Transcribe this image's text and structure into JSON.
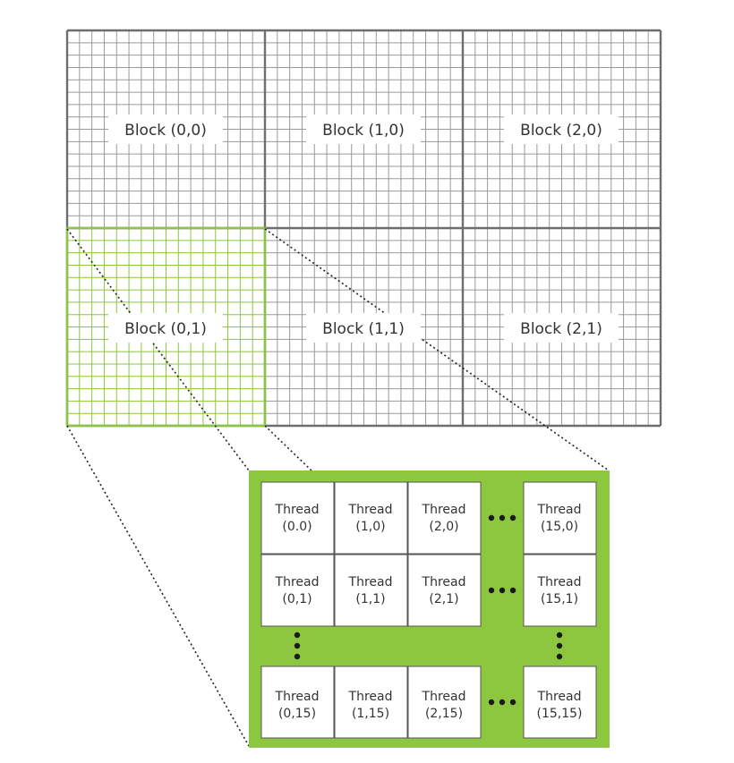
{
  "grid": {
    "cols": 3,
    "rows": 2,
    "cells_per_block": 16,
    "highlight_block": [
      0,
      1
    ],
    "blocks": [
      {
        "label": "Block (0,0)"
      },
      {
        "label": "Block (1,0)"
      },
      {
        "label": "Block (2,0)"
      },
      {
        "label": "Block (0,1)"
      },
      {
        "label": "Block (1,1)"
      },
      {
        "label": "Block (2,1)"
      }
    ]
  },
  "thread_panel": {
    "threads": [
      {
        "line1": "Thread",
        "line2": "(0.0)"
      },
      {
        "line1": "Thread",
        "line2": "(1,0)"
      },
      {
        "line1": "Thread",
        "line2": "(2,0)"
      },
      {
        "line1": "Thread",
        "line2": "(15,0)"
      },
      {
        "line1": "Thread",
        "line2": "(0,1)"
      },
      {
        "line1": "Thread",
        "line2": "(1,1)"
      },
      {
        "line1": "Thread",
        "line2": "(2,1)"
      },
      {
        "line1": "Thread",
        "line2": "(15,1)"
      },
      {
        "line1": "Thread",
        "line2": "(0,15)"
      },
      {
        "line1": "Thread",
        "line2": "(1,15)"
      },
      {
        "line1": "Thread",
        "line2": "(2,15)"
      },
      {
        "line1": "Thread",
        "line2": "(15,15)"
      }
    ]
  },
  "colors": {
    "grid_line": "#9a9a9a",
    "block_border": "#6e6e6e",
    "highlight": "#8cc63f",
    "panel_bg": "#8dc63f",
    "dots": "#1a1a1a"
  }
}
